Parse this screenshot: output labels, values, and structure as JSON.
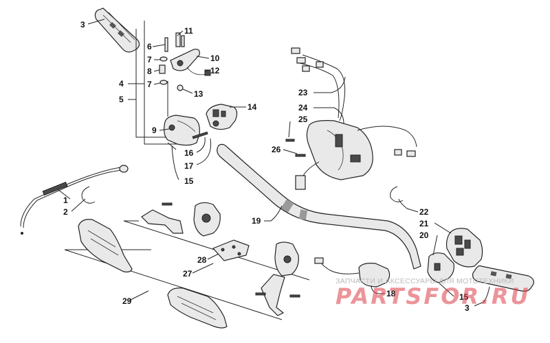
{
  "watermark": {
    "tagline": "ЗАПЧАСТИ И АКСЕССУАРЫ ДЛЯ МОТОТЕХНИКИ",
    "brand": "PARTSFOR.RU"
  },
  "callouts": [
    {
      "id": "c3a",
      "label": "3"
    },
    {
      "id": "c6",
      "label": "6"
    },
    {
      "id": "c7a",
      "label": "7"
    },
    {
      "id": "c8",
      "label": "8"
    },
    {
      "id": "c7b",
      "label": "7"
    },
    {
      "id": "c4",
      "label": "4"
    },
    {
      "id": "c5",
      "label": "5"
    },
    {
      "id": "c11",
      "label": "11"
    },
    {
      "id": "c10",
      "label": "10"
    },
    {
      "id": "c12",
      "label": "12"
    },
    {
      "id": "c13",
      "label": "13"
    },
    {
      "id": "c14",
      "label": "14"
    },
    {
      "id": "c9",
      "label": "9"
    },
    {
      "id": "c16",
      "label": "16"
    },
    {
      "id": "c17",
      "label": "17"
    },
    {
      "id": "c15a",
      "label": "15"
    },
    {
      "id": "c23",
      "label": "23"
    },
    {
      "id": "c24",
      "label": "24"
    },
    {
      "id": "c25",
      "label": "25"
    },
    {
      "id": "c26",
      "label": "26"
    },
    {
      "id": "c1",
      "label": "1"
    },
    {
      "id": "c2",
      "label": "2"
    },
    {
      "id": "c19",
      "label": "19"
    },
    {
      "id": "c22",
      "label": "22"
    },
    {
      "id": "c21",
      "label": "21"
    },
    {
      "id": "c20",
      "label": "20"
    },
    {
      "id": "c28",
      "label": "28"
    },
    {
      "id": "c27",
      "label": "27"
    },
    {
      "id": "c29",
      "label": "29"
    },
    {
      "id": "c18",
      "label": "18"
    },
    {
      "id": "c15b",
      "label": "15"
    },
    {
      "id": "c3b",
      "label": "3"
    }
  ]
}
